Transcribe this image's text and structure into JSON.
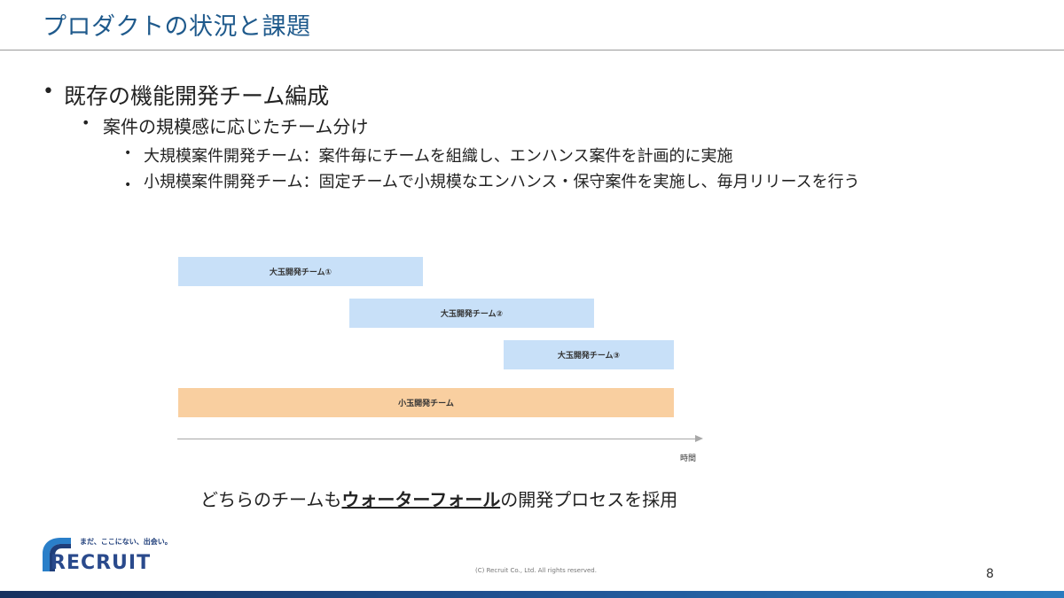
{
  "slide": {
    "title": "プロダクトの状況と課題",
    "page_number": "8",
    "copyright": "(C) Recruit Co., Ltd. All rights reserved."
  },
  "bullets": {
    "level1": "既存の機能開発チーム編成",
    "level2": "案件の規模感に応じたチーム分け",
    "level3": [
      "大規模案件開発チーム：案件毎にチームを組織し、エンハンス案件を計画的に実施",
      "小規模案件開発チーム：固定チームで小規模なエンハンス・保守案件を実施し、毎月リリースを行う"
    ]
  },
  "diagram": {
    "bars": [
      {
        "label": "大玉開発チーム①"
      },
      {
        "label": "大玉開発チーム②"
      },
      {
        "label": "大玉開発チーム③"
      },
      {
        "label": "小玉開発チーム"
      }
    ],
    "axis_label": "時間"
  },
  "bottom_note": {
    "prefix": "どちらのチームも",
    "emphasis": "ウォーターフォール",
    "suffix": "の開発プロセスを採用"
  },
  "logo": {
    "tagline": "まだ、ここにない、出会い。",
    "wordmark": "RECRUIT"
  },
  "colors": {
    "title": "#1f5a8c",
    "large_team_bar": "#c8e0f8",
    "small_team_bar": "#f9cfa0",
    "brand": "#2a4a8c"
  }
}
